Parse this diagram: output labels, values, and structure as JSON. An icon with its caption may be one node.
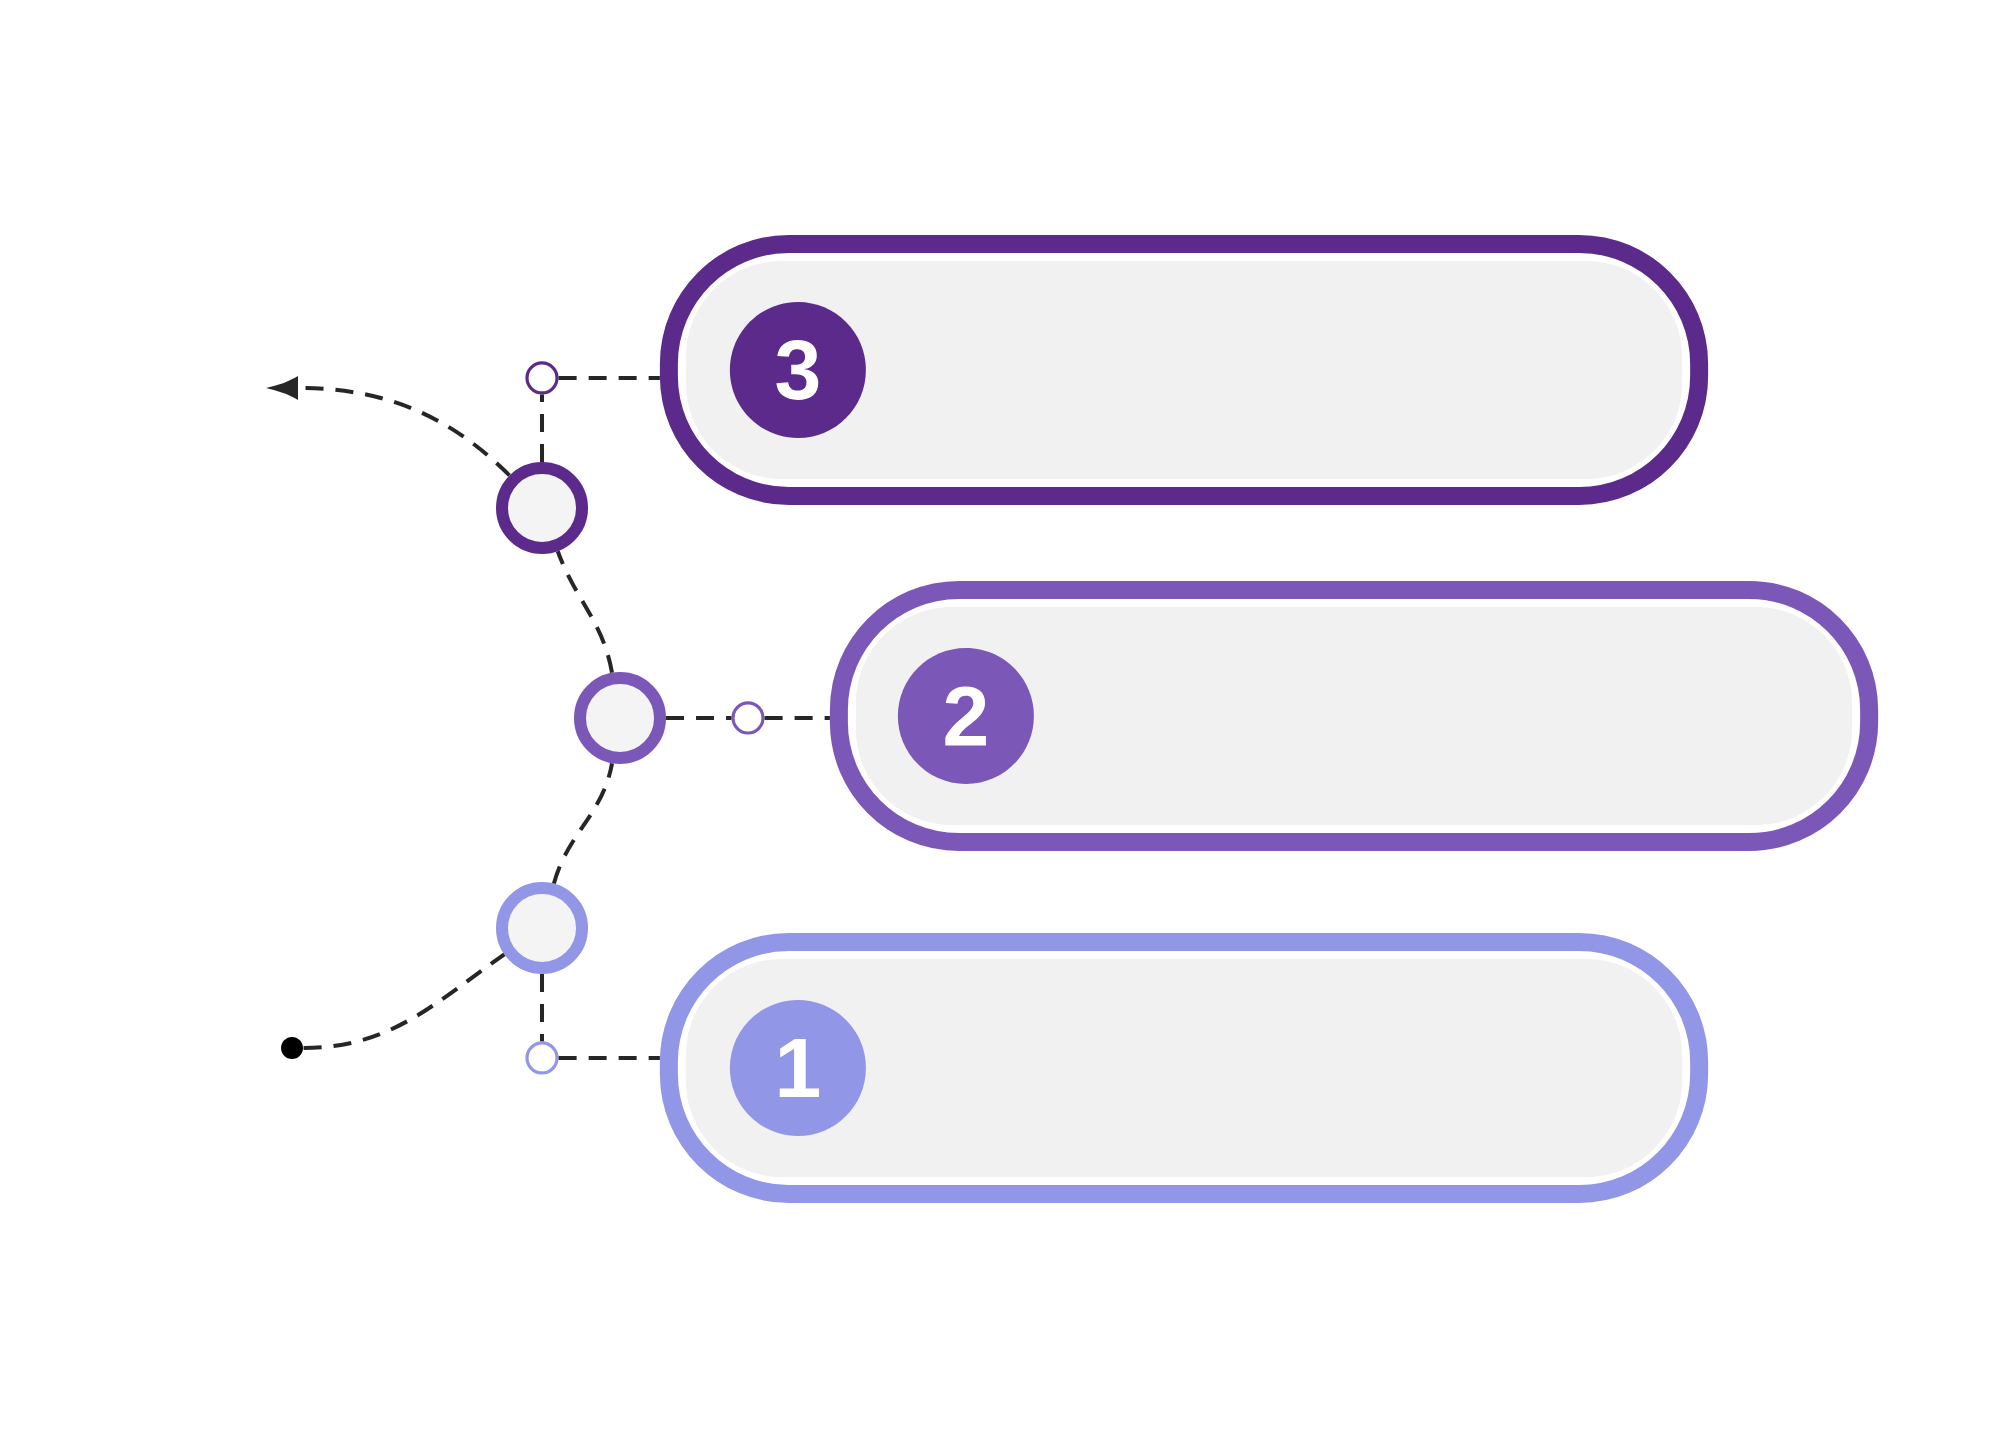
{
  "diagram": {
    "nodes": [
      {
        "text": [],
        "shape": "box"
      },
      {
        "text": [
          "3"
        ],
        "in": 0
      },
      {
        "text": [],
        "shape": "box"
      },
      {
        "text": [
          "2"
        ],
        "in": 2
      },
      {
        "text": [],
        "shape": "box"
      },
      {
        "text": [
          "1"
        ],
        "in": 4
      },
      {
        "text": [],
        "shape": "circle"
      },
      {
        "text": [],
        "shape": "circle"
      },
      {
        "text": [],
        "shape": "circle"
      },
      {
        "text": [],
        "shape": "circle"
      },
      {
        "text": [],
        "shape": "circle"
      },
      {
        "text": [],
        "shape": "circle"
      },
      {
        "text": [],
        "shape": "circle"
      }
    ],
    "edges": [
      {
        "from": 12,
        "to": 8,
        "arrow": "none",
        "style": "dashed"
      },
      {
        "from": 8,
        "to": 7,
        "arrow": "none",
        "style": "dashed"
      },
      {
        "from": 7,
        "to": 6,
        "arrow": "none",
        "style": "dashed"
      },
      {
        "from": 6,
        "to": null,
        "arrow": "to",
        "style": "dashed"
      },
      {
        "from": 6,
        "to": 9,
        "arrow": "none",
        "style": "dashed"
      },
      {
        "from": 9,
        "to": 0,
        "arrow": "none",
        "style": "dashed"
      },
      {
        "from": 7,
        "to": 10,
        "arrow": "none",
        "style": "dashed"
      },
      {
        "from": 10,
        "to": 2,
        "arrow": "none",
        "style": "dashed"
      },
      {
        "from": 8,
        "to": 11,
        "arrow": "none",
        "style": "dashed"
      },
      {
        "from": 11,
        "to": 4,
        "arrow": "none",
        "style": "dashed"
      }
    ]
  }
}
